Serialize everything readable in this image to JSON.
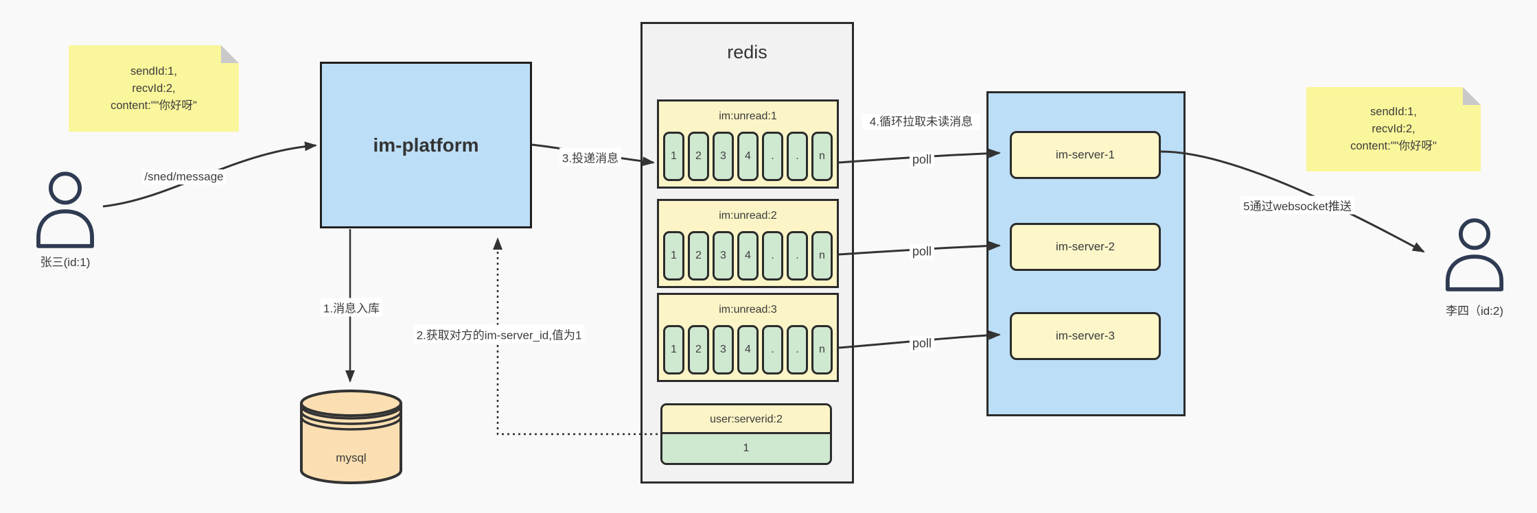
{
  "colors": {
    "background": "#f9f9f9",
    "sticky_note_yellow": "#faf69b",
    "platform_blue": "#bcdef6",
    "queue_yellow": "#fbf4c6",
    "cell_green": "#cfe8d0",
    "mysql_peach": "#fbdfb2",
    "redis_panel_gray": "#f2f2f2",
    "line_dark": "#333333"
  },
  "sticky_notes": {
    "left": {
      "lines": [
        "sendId:1,",
        "recvId:2,",
        "content:\"\"你好呀\""
      ]
    },
    "right": {
      "lines": [
        "sendId:1,",
        "recvId:2,",
        "content:\"\"你好呀\""
      ]
    }
  },
  "actors": {
    "sender_label": "张三(id:1)",
    "receiver_label": "李四（id:2)"
  },
  "platform": {
    "label": "im-platform"
  },
  "mysql": {
    "label": "mysql"
  },
  "redis": {
    "title": "redis",
    "queues": [
      {
        "name": "im:unread:1",
        "cells": [
          "1",
          "2",
          "3",
          "4",
          ".",
          ".",
          "n"
        ]
      },
      {
        "name": "im:unread:2",
        "cells": [
          "1",
          "2",
          "3",
          "4",
          ".",
          ".",
          "n"
        ]
      },
      {
        "name": "im:unread:3",
        "cells": [
          "1",
          "2",
          "3",
          "4",
          ".",
          ".",
          "n"
        ]
      }
    ],
    "server_map": {
      "key": "user:serverid:2",
      "value": "1"
    }
  },
  "server_panel": {
    "servers": [
      "im-server-1",
      "im-server-2",
      "im-server-3"
    ]
  },
  "labels": {
    "send_endpoint": "/sned/message",
    "step1": "1.消息入库",
    "step2": "2.获取对方的im-server_id,值为1",
    "step3": "3.投递消息",
    "step4": "4.循环拉取未读消息",
    "poll": "poll",
    "step5": "5通过websocket推送"
  }
}
